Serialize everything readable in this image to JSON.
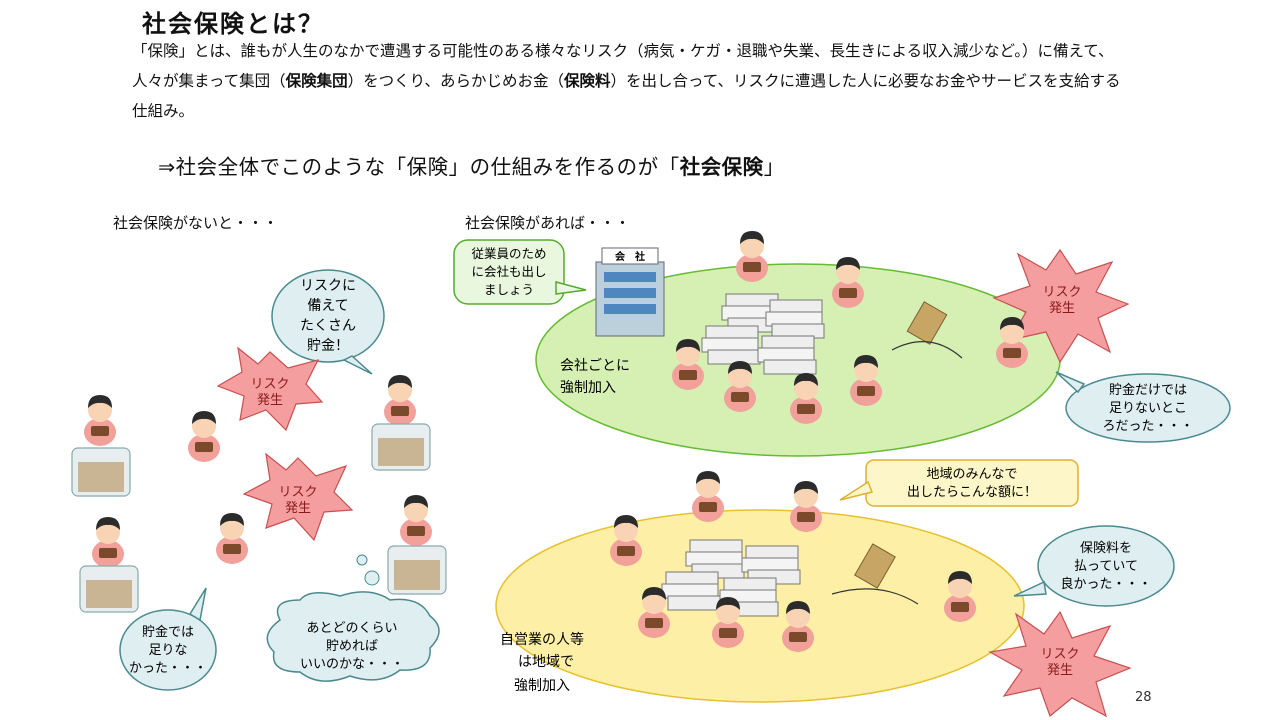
{
  "slide": {
    "title": "社会保険とは？",
    "intro": {
      "p1": "「保険」とは、誰もが人生のなかで遭遇する可能性のある様々なリスク（病気・ケガ・退職や失業、長生きによる収入減少など。）に備えて、人々が集まって集団（",
      "b1": "保険集団",
      "p2": "）をつくり、あらかじめお金（",
      "b2": "保険料",
      "p3": "）を出し合って、リスクに遭遇した人に必要なお金やサービスを支給する仕組み。"
    },
    "headline": {
      "pre": "⇒社会全体でこのような「保険」の仕組みを作るのが「",
      "bold": "社会保険",
      "post": "」"
    },
    "page_number": "28"
  },
  "left": {
    "heading": "社会保険がないと・・・",
    "bubble_savings": [
      "リスクに",
      "備えて",
      "たくさん",
      "貯金！"
    ],
    "risk1": [
      "リスク",
      "発生"
    ],
    "risk2": [
      "リスク",
      "発生"
    ],
    "bubble_short": [
      "貯金では",
      "足りな",
      "かった・・・"
    ],
    "bubble_howmuch": [
      "あとどのくらい",
      "貯めれば",
      "いいのかな・・・"
    ]
  },
  "right_top": {
    "heading": "社会保険があれば・・・",
    "company_bubble": [
      "従業員のため",
      "に会社も出し",
      "ましょう"
    ],
    "company_sign": "会　社",
    "group_label": [
      "会社ごとに",
      "強制加入"
    ],
    "risk": [
      "リスク",
      "発生"
    ],
    "bubble_result": [
      "貯金だけでは",
      "足りないとこ",
      "ろだった・・・"
    ]
  },
  "right_bottom": {
    "note": [
      "地域のみんなで",
      "出したらこんな額に！"
    ],
    "group_label": [
      "自営業の人等",
      "は地域で",
      "強制加入"
    ],
    "bubble_result": [
      "保険料を",
      "払っていて",
      "良かった・・・"
    ],
    "risk": [
      "リスク",
      "発生"
    ]
  },
  "colors": {
    "green_ellipse": "#d6f0b4",
    "green_border": "#66bb33",
    "yellow_ellipse": "#fdf0a6",
    "yellow_border": "#e6c230",
    "bubble_fill": "#dfeef0",
    "bubble_border": "#4a8a8f",
    "risk_fill": "#f59ea0",
    "risk_border": "#c75050",
    "note_fill": "#fdf6c8",
    "note_border": "#e0b030"
  }
}
